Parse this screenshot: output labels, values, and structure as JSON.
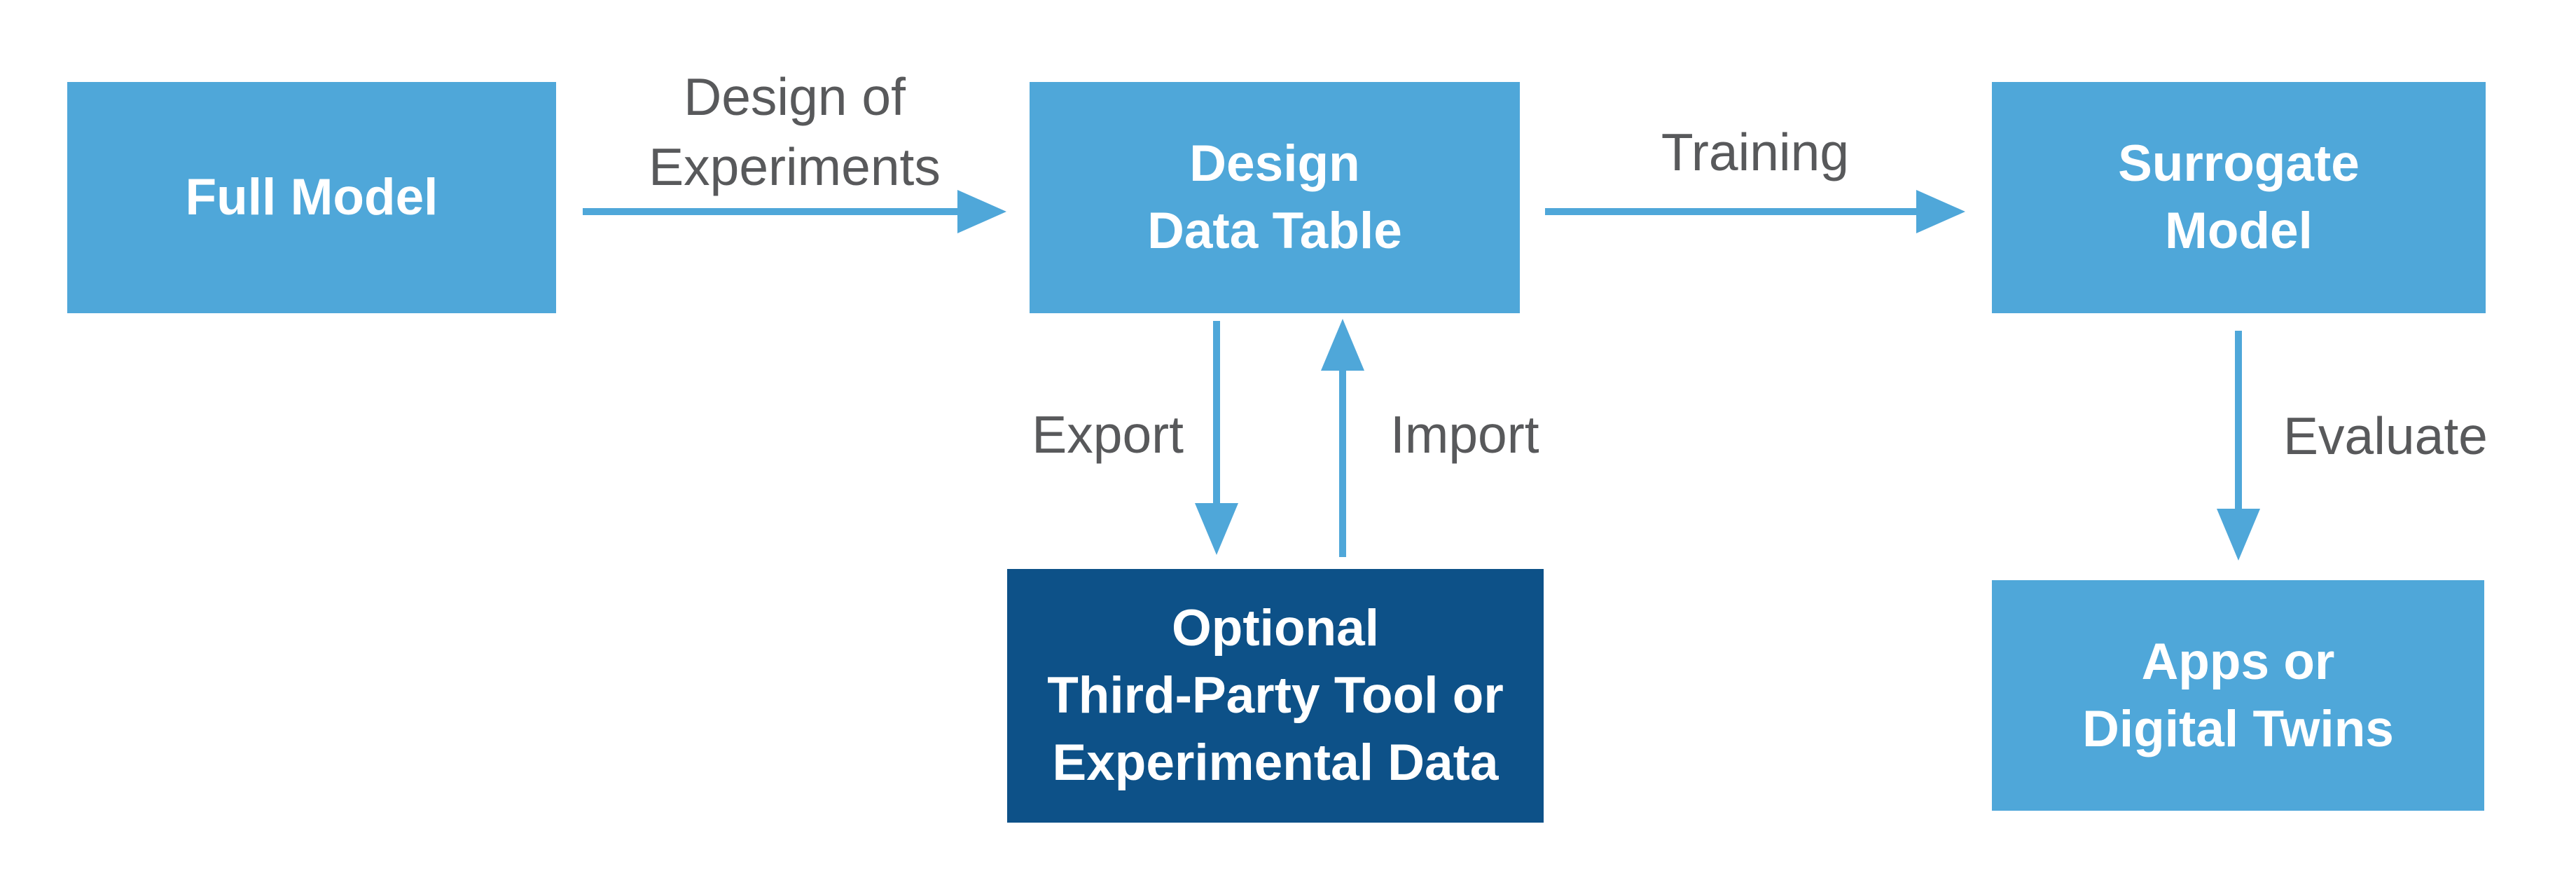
{
  "colors": {
    "box_light": "#4FA7D9",
    "box_dark": "#0D5188",
    "arrow": "#4FA7D9",
    "label_text": "#58595B",
    "box_text": "#FFFFFF",
    "bg": "#FFFFFF"
  },
  "nodes": {
    "full_model": {
      "label": "Full Model",
      "variant": "light"
    },
    "design_data_table": {
      "label": "Design\nData Table",
      "variant": "light"
    },
    "surrogate_model": {
      "label": "Surrogate\nModel",
      "variant": "light"
    },
    "third_party": {
      "label": "Optional\nThird-Party Tool or\nExperimental Data",
      "variant": "dark"
    },
    "apps": {
      "label": "Apps or\nDigital Twins",
      "variant": "light"
    }
  },
  "edges": {
    "design_of_experiments": {
      "label": "Design of\nExperiments",
      "direction": "right"
    },
    "training": {
      "label": "Training",
      "direction": "right"
    },
    "export": {
      "label": "Export",
      "direction": "down"
    },
    "import": {
      "label": "Import",
      "direction": "up"
    },
    "evaluate": {
      "label": "Evaluate",
      "direction": "down"
    }
  }
}
